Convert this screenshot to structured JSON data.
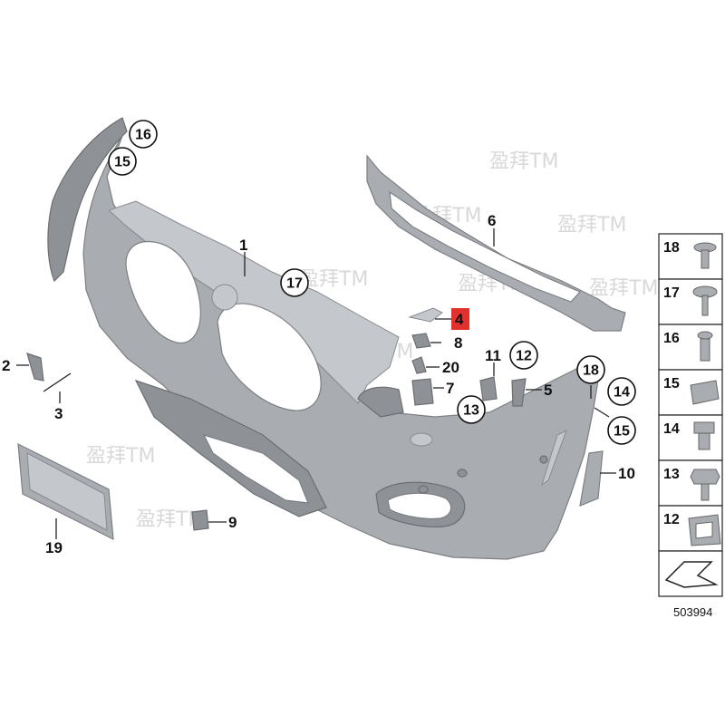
{
  "watermark": "盈拜TM",
  "figure_number": "503994",
  "highlight_color": "#e0312f",
  "callouts": [
    {
      "id": "1",
      "label": "1",
      "style": "plain"
    },
    {
      "id": "2",
      "label": "2",
      "style": "plain"
    },
    {
      "id": "3",
      "label": "3",
      "style": "plain"
    },
    {
      "id": "4",
      "label": "4",
      "style": "highlight"
    },
    {
      "id": "5",
      "label": "5",
      "style": "plain"
    },
    {
      "id": "6",
      "label": "6",
      "style": "plain"
    },
    {
      "id": "7",
      "label": "7",
      "style": "plain"
    },
    {
      "id": "8",
      "label": "8",
      "style": "plain"
    },
    {
      "id": "9",
      "label": "9",
      "style": "plain"
    },
    {
      "id": "10",
      "label": "10",
      "style": "plain"
    },
    {
      "id": "11",
      "label": "11",
      "style": "plain"
    },
    {
      "id": "12",
      "label": "12",
      "style": "circled"
    },
    {
      "id": "13",
      "label": "13",
      "style": "circled"
    },
    {
      "id": "14",
      "label": "14",
      "style": "circled"
    },
    {
      "id": "15a",
      "label": "15",
      "style": "circled"
    },
    {
      "id": "15b",
      "label": "15",
      "style": "circled"
    },
    {
      "id": "16",
      "label": "16",
      "style": "circled"
    },
    {
      "id": "17",
      "label": "17",
      "style": "circled"
    },
    {
      "id": "18",
      "label": "18",
      "style": "circled"
    },
    {
      "id": "19",
      "label": "19",
      "style": "plain"
    },
    {
      "id": "20",
      "label": "20",
      "style": "plain"
    }
  ],
  "legend": [
    {
      "num": "18",
      "icon": "push-rivet-icon"
    },
    {
      "num": "17",
      "icon": "washer-screw-icon"
    },
    {
      "num": "16",
      "icon": "expansion-rivet-icon"
    },
    {
      "num": "15",
      "icon": "spring-nut-icon"
    },
    {
      "num": "14",
      "icon": "plastic-nut-icon"
    },
    {
      "num": "13",
      "icon": "hex-collar-screw-icon"
    },
    {
      "num": "12",
      "icon": "clip-nut-icon"
    },
    {
      "num": "",
      "icon": "arrow-direction-icon"
    }
  ]
}
